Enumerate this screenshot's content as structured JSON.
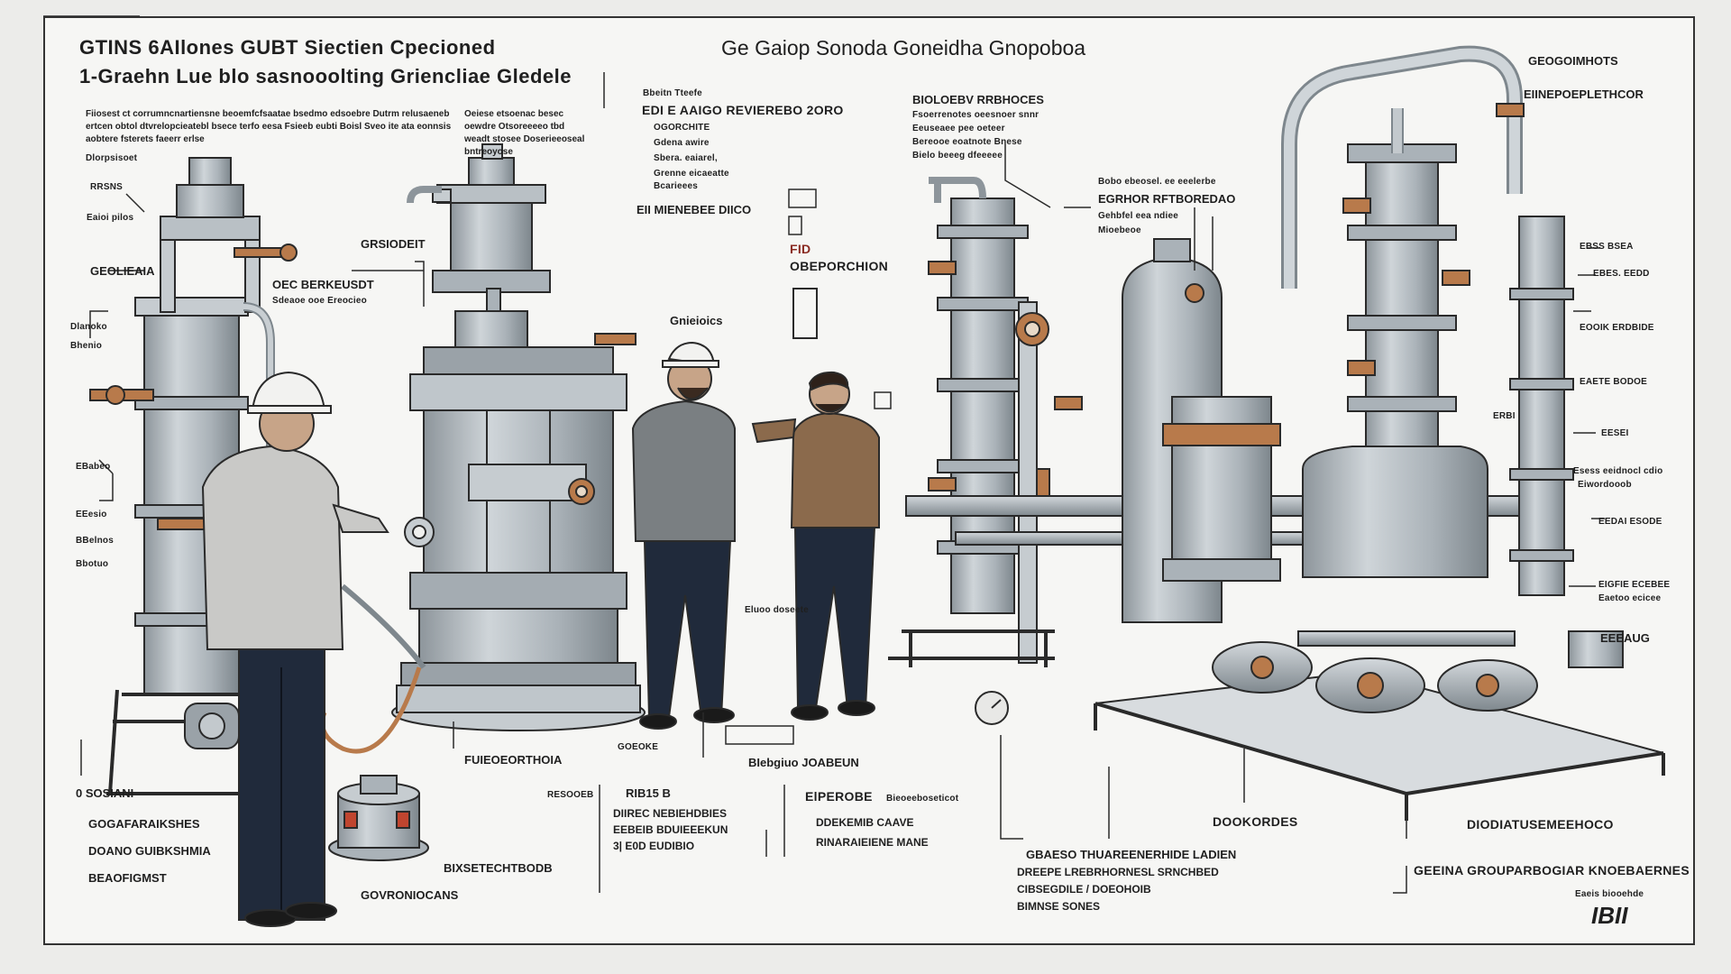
{
  "header": {
    "title_line1": "GTINS 6AIlones GUBT Siectien Cpecioned",
    "title_line2": "1-Graehn Lue blo sasnooolting Griencliae Gledele",
    "center_title": "Ge Gaiop Sonoda Goneidha Gnopoboa",
    "intro_text": "Fiiosest ct corrumncnartiensne beoemfcfsaatae bsedmo edsoebre Dutrm relusaeneb ertcen obtol dtvrelopcieatebl bsece terfo eesa Fsieeb eubti Boisl Sveo ite ata eonnsis aobtere fsterets faeerr erlse",
    "intro_tag": "Dlorpsisoet",
    "side_text": "Oeiese etsoenac besec oewdre Otsoreeeeo tbd weadt stosee Doserieeoseal bntreoyose"
  },
  "labels": {
    "left": [
      "RRSNS",
      "Eaioi pilos",
      "GEOLIEAIA",
      "Dlanoko",
      "Bhenio",
      "EBabeo",
      "EEesio",
      "BBelnos",
      "Bbotuo",
      "0 SOSIANI"
    ],
    "left_pump_block": [
      "GOGAFARAIKSHES",
      "DOANO GUIBKSHMIA",
      "BEAOFIGMST"
    ],
    "center_left": [
      "GRSIODEIT",
      "OEC BERKEUSDT",
      "Sdeaoe ooe Ereocieo"
    ],
    "center": [
      "Gnieioics",
      "FUIEOEORTHOIA",
      "BIXSETECHTBODB",
      "GOVRONIOCANS"
    ],
    "legend_heading": "EDI E AAIGO REVIEREBO 2ORO",
    "legend_top": "Bbeitn Tteefe",
    "legend_items": [
      "OGORCHITE",
      "Gdena awire",
      "Sbera. eaiarel,",
      "Grenne eicaeatte",
      "Bcarieees"
    ],
    "legend_footer": "EII MIENEBEE DIICO",
    "pid_label": "FID",
    "pid_sub": "OBEPORCHION",
    "right_top": [
      "BIOLOEBV RRBHOCES",
      "Fsoerrenotes oeesnoer snnr",
      "Eeuseaee pee oeteer",
      "Bereooe eoatnote Bnese",
      "Bielo beeeg dfeeeee"
    ],
    "right_mid": [
      "EGRHOR RFTBOREDAO",
      "Gehbfel eea ndiee",
      "Mioebeoe"
    ],
    "right_mid_top": "Bobo ebeosel. ee eeelerbe",
    "far_right": [
      "GEOGOIMHOTS",
      "EIINEPOEPLETHCOR",
      "EBSS BSEA",
      "EBES. EEDD",
      "EOOIK ERDBIDE",
      "EAETE BODOE",
      "ERBI",
      "EESEI",
      "Esess eeidnocl cdio",
      "Eiwordooob",
      "EEDAI ESODE",
      "EIGFIE ECEBEE",
      "Eaetoo ecicee",
      "EEEAUG"
    ],
    "bottom_mid_left": [
      "GOEOKE",
      "RESOOEB",
      "RIB15 B",
      "DIIREC NEBIEHDBIES",
      "EEBEIB BDUIEEEKUN",
      "3| E0D EUDIBIO"
    ],
    "bottom_mid": [
      "ElPEROBE",
      "Bieoeeboseticot",
      "DDEKEMIB CAAVE",
      "RINARAIEIENE MANE",
      "BIebgiuo JOABEUN",
      "Eluoo doseete"
    ],
    "bottom_right": [
      "DOOKORDES",
      "DIODIATUSEMEEHOCO",
      "GBAESO THUAREENERHIDE LADIEN",
      "DREEPE LREBRHORNESL SRNCHBED",
      "CIBSEGDILE / DOEOHOIB",
      "BIMNSE SONES",
      "GEEINA GROUPARBOGIAR KNOEBAERNES",
      "Eaeis biooehde"
    ],
    "signature": "IBII"
  },
  "colors": {
    "steel": "#aeb6bc",
    "steel_dark": "#7e878d",
    "outline": "#2a2a2a",
    "copper": "#b87a4b",
    "jacket_brown": "#8b6a4c",
    "jacket_grey": "#7a7f82",
    "shirt_light": "#c9c9c7",
    "jeans": "#202a3b",
    "helmet": "#f2f2f0",
    "background": "#f6f6f4"
  },
  "icons": [
    "hard-hat-icon",
    "valve-icon",
    "gauge-icon",
    "pump-icon",
    "pipe-elbow-icon",
    "checkbox-icon"
  ]
}
